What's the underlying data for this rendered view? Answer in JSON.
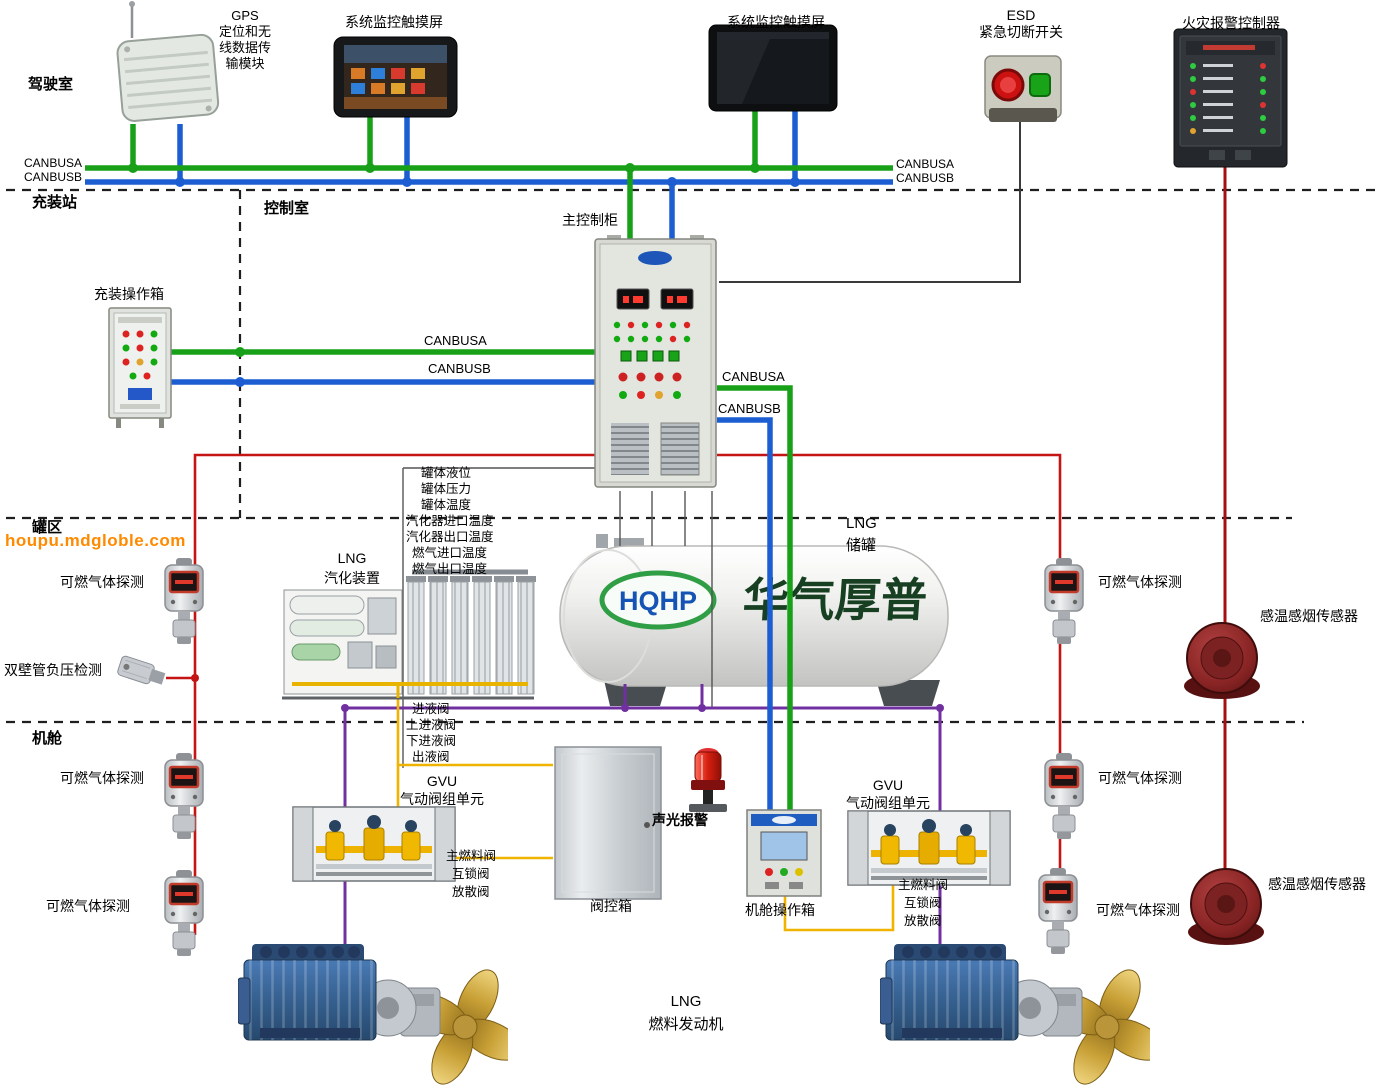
{
  "watermark": "houpu.mdgloble.com",
  "sections": {
    "cab": "驾驶室",
    "filling": "充装站",
    "control_room": "控制室",
    "tank_area": "罐区",
    "engine_room": "机舱"
  },
  "bus": {
    "a": "CANBUSA",
    "b": "CANBUSB"
  },
  "cab": {
    "gps_lines": [
      "GPS",
      "定位和无",
      "线数据传",
      "输模块"
    ],
    "touchscreen": "系统监控触摸屏",
    "esd_line1": "ESD",
    "esd_line2": "紧急切断开关",
    "fire_controller": "火灾报警控制器"
  },
  "control": {
    "main_cabinet": "主控制柜",
    "filling_box": "充装操作箱"
  },
  "signals": {
    "tank": [
      "罐体液位",
      "罐体压力",
      "罐体温度",
      "汽化器进口温度",
      "汽化器出口温度",
      "燃气进口温度",
      "燃气出口温度"
    ],
    "liquid_valves": [
      "进液阀",
      "上进液阀",
      "下进液阀",
      "出液阀"
    ],
    "fuel_valves": [
      "主燃料阀",
      "互锁阀",
      "放散阀"
    ]
  },
  "tank_area": {
    "vaporizer_line1": "LNG",
    "vaporizer_line2": "汽化装置",
    "tank_line1": "LNG",
    "tank_line2": "储罐",
    "gas_detector": "可燃气体探测",
    "smoke_sensor": "感温感烟传感器",
    "vacuum_detector": "双壁管负压检测",
    "brand_logo": "HQHP",
    "brand_text": "华气厚普"
  },
  "engine_room": {
    "gvu_line1": "GVU",
    "gvu_line2": "气动阀组单元",
    "alarm": "声光报警",
    "valve_box": "阀控箱",
    "console": "机舱操作箱",
    "engine_line1": "LNG",
    "engine_line2": "燃料发动机"
  },
  "colors": {
    "canbus_a_green": "#18a018",
    "canbus_b_blue": "#1c5ed2",
    "fire_line_red": "#a50f0f",
    "signal_red": "#c41414",
    "pneumatic_purple": "#7030a0",
    "fuel_yellow": "#f0b400"
  }
}
